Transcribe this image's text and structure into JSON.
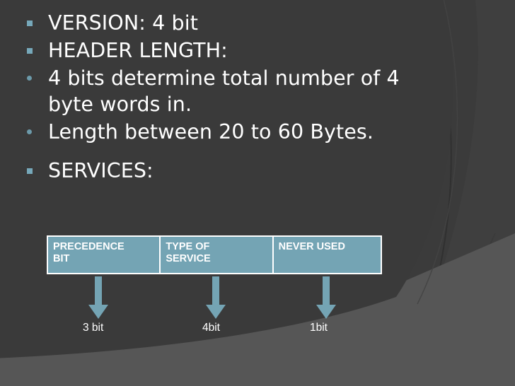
{
  "slide": {
    "background_color": "#3a3a3a",
    "accent_color": "#74a4b4",
    "text_color": "#ffffff",
    "bullet_color": "#76a8ba"
  },
  "bullets": [
    {
      "marker": "square",
      "text": "VERSION:   4 bit"
    },
    {
      "marker": "square",
      "text": "HEADER LENGTH:"
    },
    {
      "marker": "dot",
      "text": "4 bits determine total number of 4 byte words in."
    },
    {
      "marker": "dot",
      "text": "Length between 20 to 60 Bytes."
    },
    {
      "marker": "square",
      "text": "SERVICES:"
    }
  ],
  "table": {
    "cells": [
      {
        "line1": "PRECEDENCE",
        "line2": "BIT"
      },
      {
        "line1": "TYPE OF",
        "line2": "SERVICE"
      },
      {
        "line1": "NEVER USED",
        "line2": ""
      }
    ]
  },
  "arrow_labels": [
    {
      "text": "3 bit"
    },
    {
      "text": "4bit"
    },
    {
      "text": "1bit"
    }
  ]
}
